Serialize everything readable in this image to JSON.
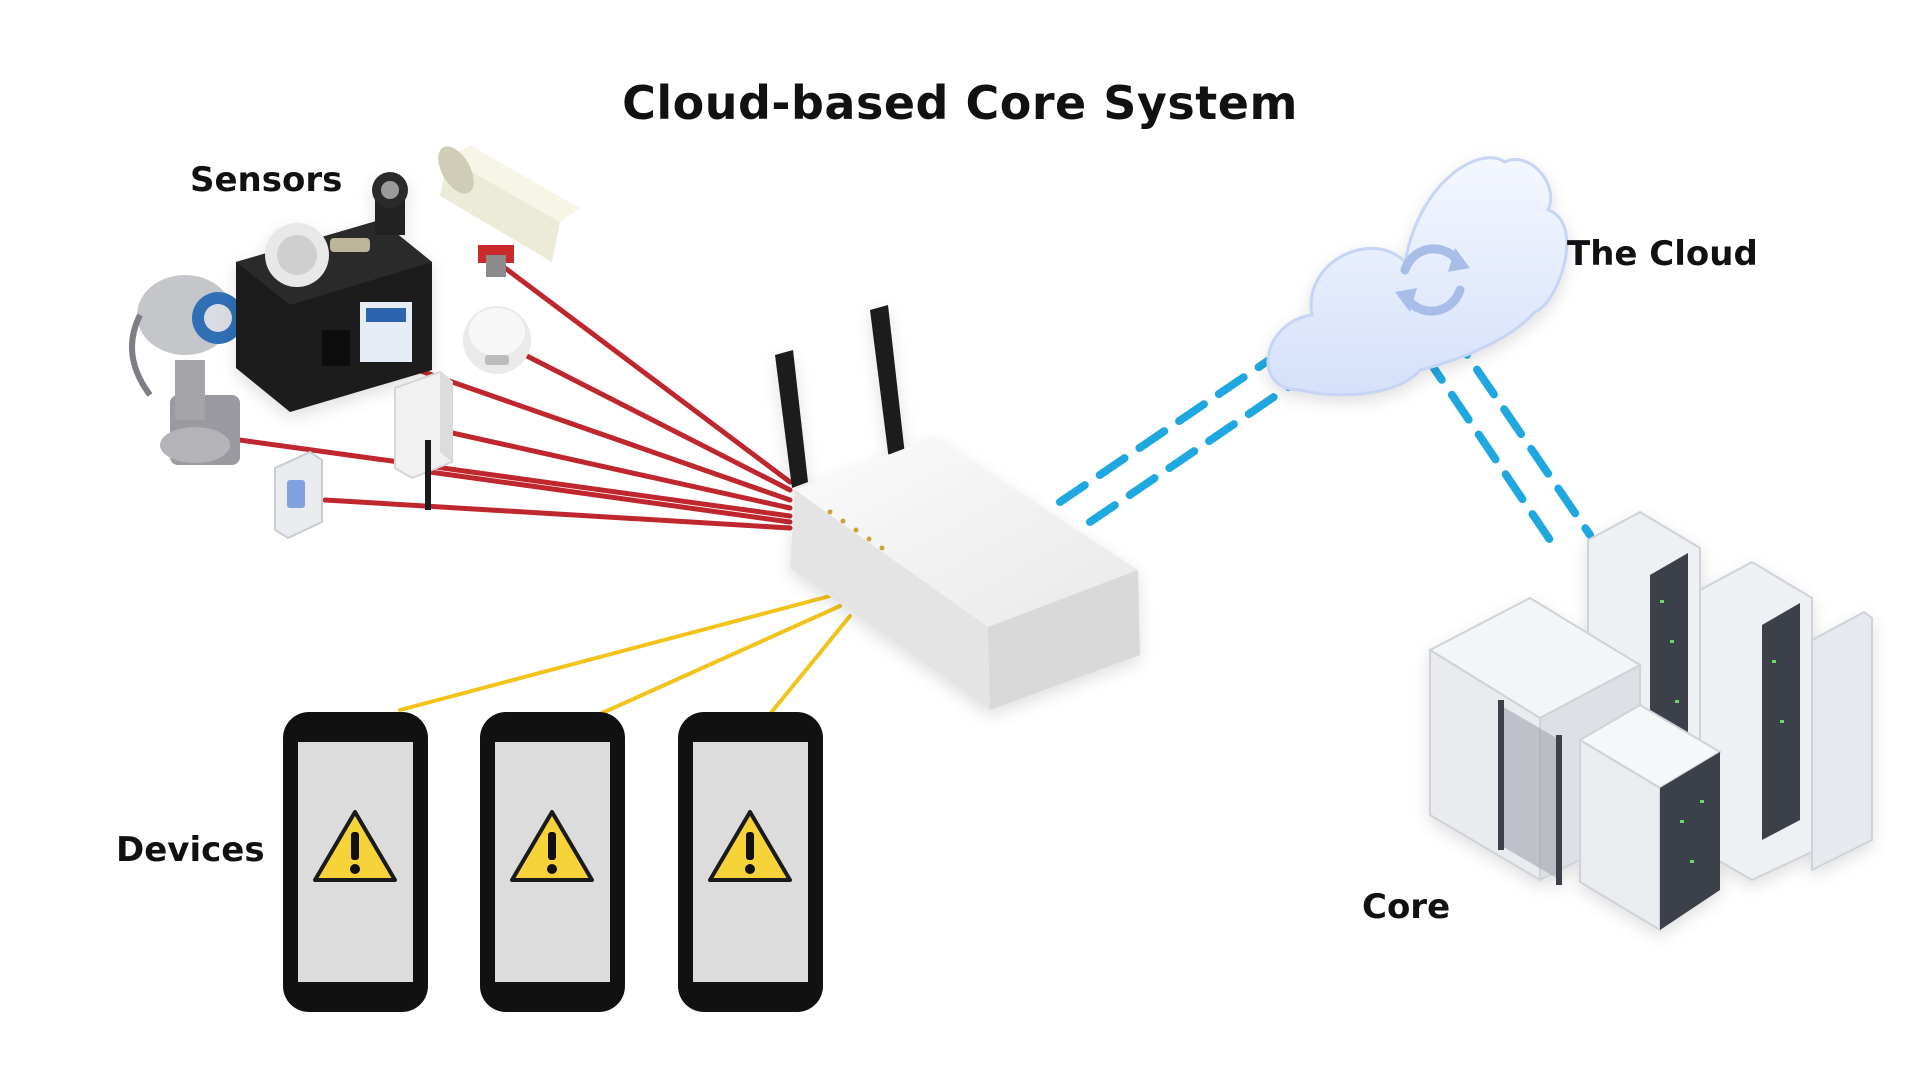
{
  "title": "Cloud-based Core System",
  "labels": {
    "sensors": "Sensors",
    "cloud": "The Cloud",
    "devices": "Devices",
    "core": "Core"
  },
  "colors": {
    "sensor_link": "#c0262d",
    "device_link": "#f2c31b",
    "cloud_link": "#1fa8e0",
    "warning_fill": "#f7d33a",
    "device_body": "#111111",
    "device_screen": "#dcdcdc",
    "cloud_fill": "#e8effc",
    "server_body": "#eef0f3"
  },
  "nodes": {
    "router": "router-icon",
    "cloud": "cloud-sync-icon",
    "core": "server-racks-icon",
    "sensors": [
      "security-camera-icon",
      "gas-detector-icon",
      "floodlight-camera-icon",
      "smoke-detector-icon",
      "wall-sensor-icon",
      "motion-sensor-icon"
    ],
    "devices": [
      "rugged-phone-warning-icon",
      "rugged-phone-warning-icon",
      "rugged-phone-warning-icon"
    ]
  }
}
